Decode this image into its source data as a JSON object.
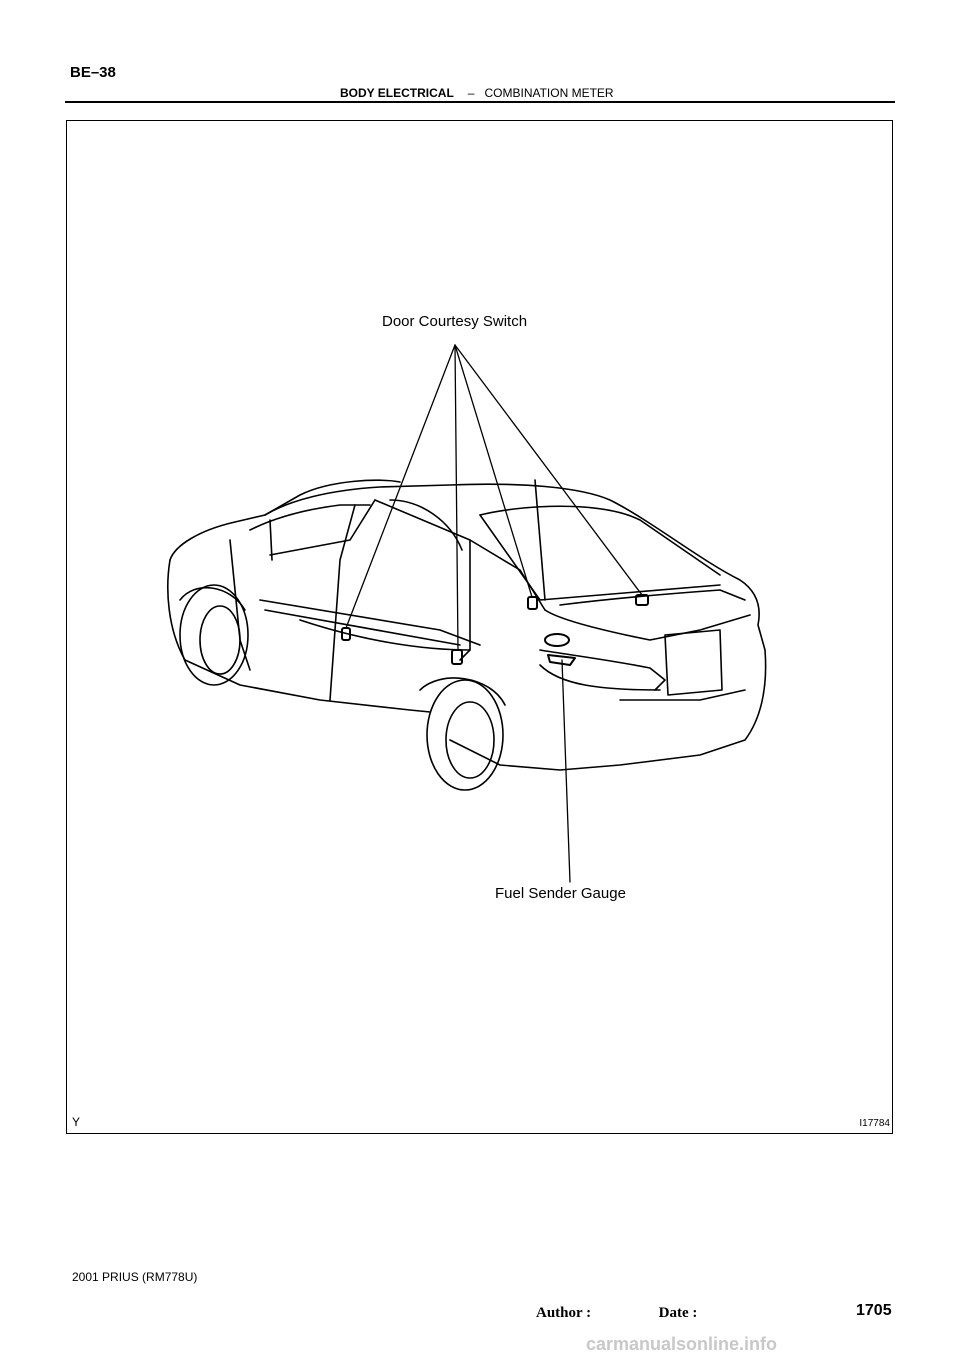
{
  "header": {
    "page_code": "BE–38",
    "section": "BODY ELECTRICAL",
    "separator": "–",
    "subsection": "COMBINATION METER"
  },
  "figure": {
    "callouts": {
      "door_courtesy_switch": "Door Courtesy Switch",
      "fuel_sender_gauge": "Fuel Sender Gauge"
    },
    "figure_id": "I17784",
    "corner_mark": "Y"
  },
  "footer": {
    "model": "2001 PRIUS   (RM778U)",
    "author_label": "Author :",
    "date_label": "Date :",
    "page_number": "1705",
    "watermark": "carmanualsonline.info"
  }
}
